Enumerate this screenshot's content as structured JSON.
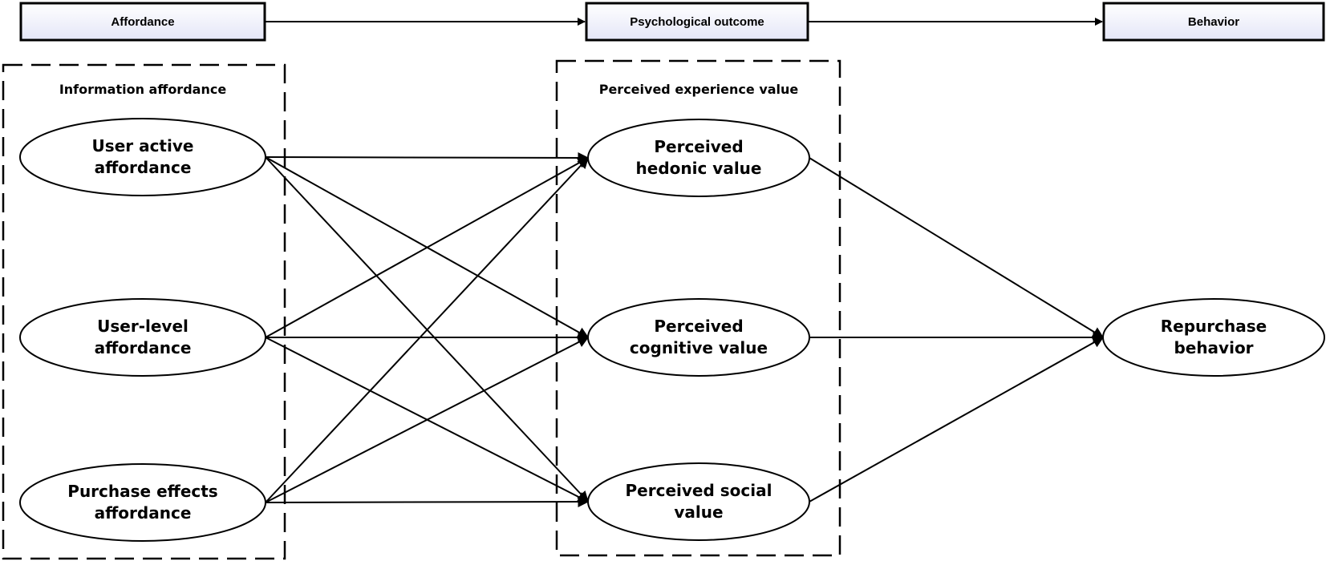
{
  "header": {
    "affordance": "Affordance",
    "psychological_outcome": "Psychological outcome",
    "behavior": "Behavior"
  },
  "groups": {
    "information_affordance": "Information affordance",
    "perceived_experience_value": "Perceived experience value"
  },
  "nodes": {
    "user_active": {
      "line1": "User active",
      "line2": "affordance"
    },
    "user_level": {
      "line1": "User-level",
      "line2": "affordance"
    },
    "purchase_effects": {
      "line1": "Purchase effects",
      "line2": "affordance"
    },
    "hedonic": {
      "line1": "Perceived",
      "line2": "hedonic value"
    },
    "cognitive": {
      "line1": "Perceived",
      "line2": "cognitive value"
    },
    "social": {
      "line1": "Perceived social",
      "line2": "value"
    },
    "repurchase": {
      "line1": "Repurchase",
      "line2": "behavior"
    }
  },
  "edges": [
    {
      "from": "user_active",
      "to": "hedonic"
    },
    {
      "from": "user_active",
      "to": "cognitive"
    },
    {
      "from": "user_active",
      "to": "social"
    },
    {
      "from": "user_level",
      "to": "hedonic"
    },
    {
      "from": "user_level",
      "to": "cognitive"
    },
    {
      "from": "user_level",
      "to": "social"
    },
    {
      "from": "purchase_effects",
      "to": "hedonic"
    },
    {
      "from": "purchase_effects",
      "to": "cognitive"
    },
    {
      "from": "purchase_effects",
      "to": "social"
    },
    {
      "from": "hedonic",
      "to": "repurchase"
    },
    {
      "from": "cognitive",
      "to": "repurchase"
    },
    {
      "from": "social",
      "to": "repurchase"
    }
  ],
  "colors": {
    "header_fill_top": "#ffffff",
    "header_fill_bottom": "#e4e6f7",
    "stroke": "#000000"
  }
}
